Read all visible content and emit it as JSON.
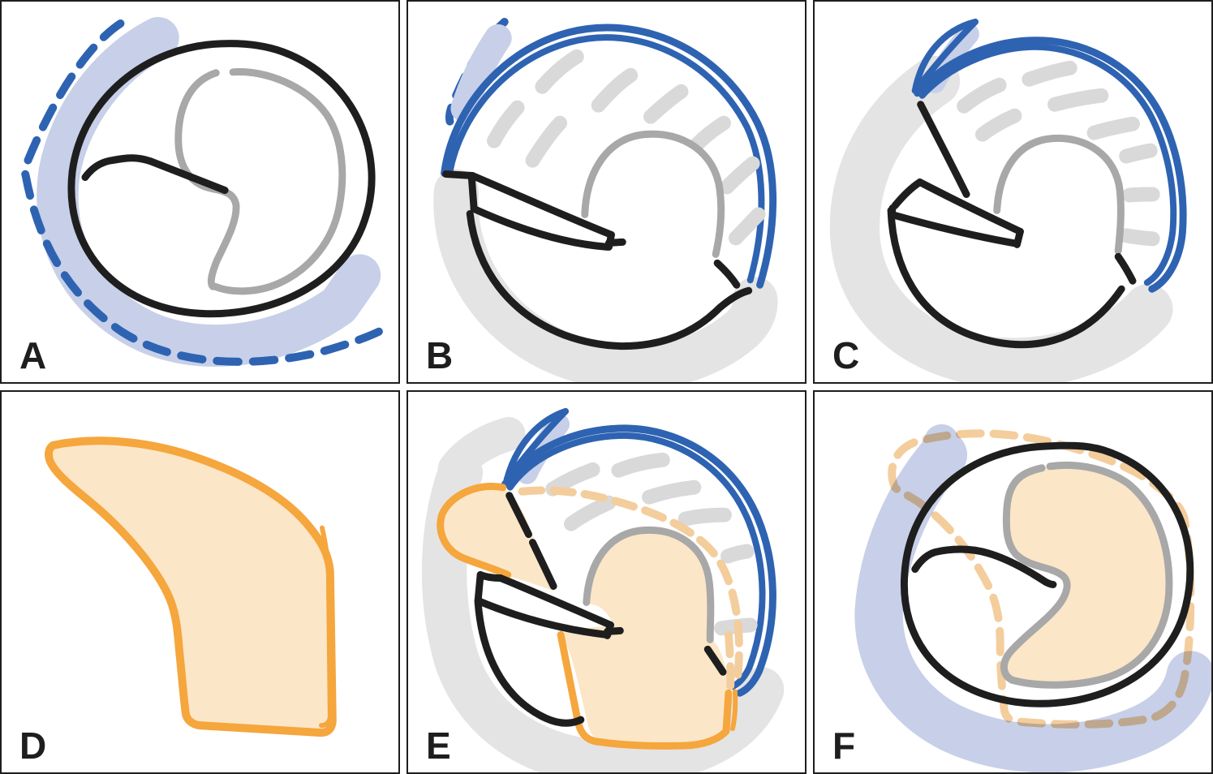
{
  "figure": {
    "panels": [
      {
        "id": "panel-a",
        "label": "A"
      },
      {
        "id": "panel-b",
        "label": "B"
      },
      {
        "id": "panel-c",
        "label": "C"
      },
      {
        "id": "panel-d",
        "label": "D"
      },
      {
        "id": "panel-e",
        "label": "E"
      },
      {
        "id": "panel-f",
        "label": "F"
      }
    ]
  },
  "colors": {
    "ink": "#1e1e1e",
    "gray": "#a8a8a8",
    "light_gray": "#d9d9d9",
    "lighter_gray": "#e4e4e4",
    "blue": "#2e63b2",
    "light_blue": "#c7d0e8",
    "orange": "#f5a63c",
    "light_orange": "#fbe6c7",
    "peach": "#f4cd9d",
    "background": "#ffffff",
    "border": "#1e1e1e"
  }
}
